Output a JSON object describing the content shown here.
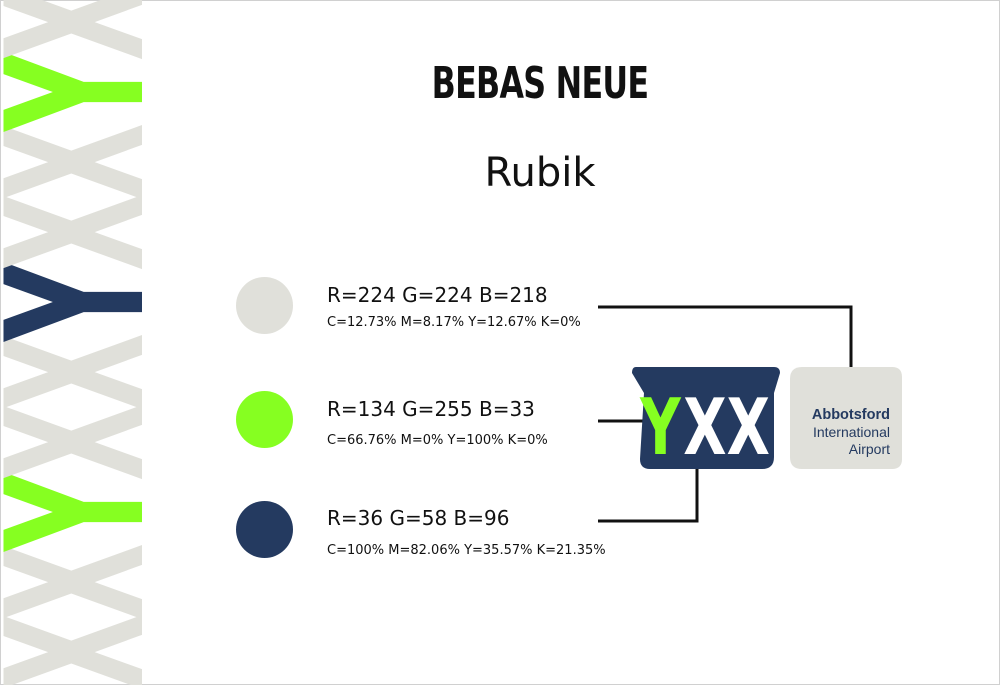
{
  "palette": {
    "light_gray": "#e0e0da",
    "green": "#86ff21",
    "navy": "#243a60",
    "white": "#ffffff"
  },
  "typography": {
    "heading_font_name": "BEBAS NEUE",
    "body_font_name": "Rubik"
  },
  "colors": [
    {
      "hex": "#e0e0da",
      "rgb_text": "R=224 G=224 B=218",
      "cmyk_text": "C=12.73% M=8.17% Y=12.67% K=0%"
    },
    {
      "hex": "#86ff21",
      "rgb_text": "R=134 G=255 B=33",
      "cmyk_text": "C=66.76% M=0% Y=100% K=0%"
    },
    {
      "hex": "#243a60",
      "rgb_text": "R=36 G=58 B=96",
      "cmyk_text": "C=100% M=82.06% Y=35.57% K=21.35%"
    }
  ],
  "logo": {
    "code_first": "Y",
    "code_rest": "XX",
    "airport_name": "Abbotsford",
    "airport_line2": "International",
    "airport_line3": "Airport"
  },
  "side_strip": {
    "letters": [
      "X",
      "X",
      "Y",
      "X",
      "X",
      "Y",
      "X",
      "X",
      "Y",
      "X"
    ],
    "letter_colors": [
      "light_gray",
      "light_gray",
      "green",
      "light_gray",
      "light_gray",
      "navy",
      "light_gray",
      "light_gray",
      "green",
      "light_gray"
    ]
  }
}
